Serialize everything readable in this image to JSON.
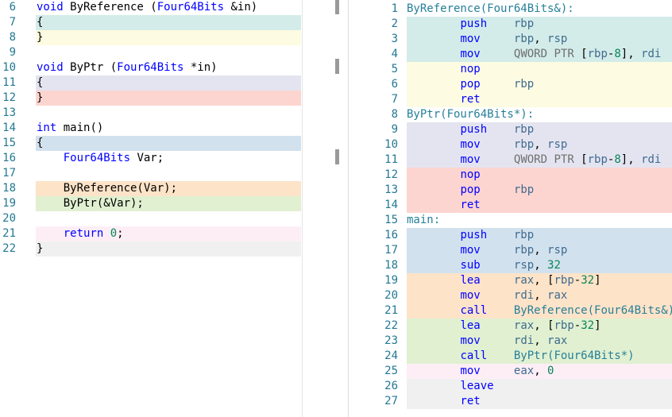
{
  "colors": {
    "teal": "#d3ece9",
    "yellow": "#fdfbe1",
    "lavender": "#e4e4f1",
    "red": "#fdd5d0",
    "blue": "#d2e1ee",
    "orange": "#fde3c8",
    "green": "#e0f0d1",
    "pink": "#fdeef6",
    "gray": "#f0f0f0"
  },
  "source": {
    "lines": [
      {
        "n": "6",
        "bg": "none",
        "tokens": [
          [
            "kw",
            "void"
          ],
          [
            "op",
            " ByReference ("
          ],
          [
            "ty",
            "Four64Bits"
          ],
          [
            "op",
            " &in)"
          ]
        ]
      },
      {
        "n": "7",
        "bg": "teal",
        "tokens": [
          [
            "op",
            "{"
          ]
        ]
      },
      {
        "n": "8",
        "bg": "yellow",
        "tokens": [
          [
            "op",
            "}"
          ]
        ]
      },
      {
        "n": "9",
        "bg": "none",
        "tokens": []
      },
      {
        "n": "10",
        "bg": "none",
        "tokens": [
          [
            "kw",
            "void"
          ],
          [
            "op",
            " ByPtr ("
          ],
          [
            "ty",
            "Four64Bits"
          ],
          [
            "op",
            " *in)"
          ]
        ]
      },
      {
        "n": "11",
        "bg": "lavender",
        "tokens": [
          [
            "op",
            "{"
          ]
        ]
      },
      {
        "n": "12",
        "bg": "red",
        "tokens": [
          [
            "op",
            "}"
          ]
        ]
      },
      {
        "n": "13",
        "bg": "none",
        "tokens": []
      },
      {
        "n": "14",
        "bg": "none",
        "tokens": [
          [
            "kw",
            "int"
          ],
          [
            "op",
            " main()"
          ]
        ]
      },
      {
        "n": "15",
        "bg": "blue",
        "tokens": [
          [
            "op",
            "{"
          ]
        ]
      },
      {
        "n": "16",
        "bg": "none",
        "tokens": [
          [
            "op",
            "    "
          ],
          [
            "ty",
            "Four64Bits"
          ],
          [
            "op",
            " Var;"
          ]
        ]
      },
      {
        "n": "17",
        "bg": "none",
        "tokens": []
      },
      {
        "n": "18",
        "bg": "orange",
        "tokens": [
          [
            "op",
            "    ByReference(Var);"
          ]
        ]
      },
      {
        "n": "19",
        "bg": "green",
        "tokens": [
          [
            "op",
            "    ByPtr(&Var);"
          ]
        ]
      },
      {
        "n": "20",
        "bg": "none",
        "tokens": []
      },
      {
        "n": "21",
        "bg": "pink",
        "tokens": [
          [
            "op",
            "    "
          ],
          [
            "kw",
            "return"
          ],
          [
            "op",
            " "
          ],
          [
            "num",
            "0"
          ],
          [
            "op",
            ";"
          ]
        ]
      },
      {
        "n": "22",
        "bg": "gray",
        "tokens": [
          [
            "op",
            "}"
          ]
        ]
      }
    ]
  },
  "assembly": {
    "lines": [
      {
        "n": "1",
        "bg": "none",
        "tokens": [
          [
            "lbl",
            "ByReference(Four64Bits&):"
          ]
        ]
      },
      {
        "n": "2",
        "bg": "teal",
        "tokens": [
          [
            "op",
            "        "
          ],
          [
            "mn",
            "push"
          ],
          [
            "op",
            "    "
          ],
          [
            "reg",
            "rbp"
          ]
        ]
      },
      {
        "n": "3",
        "bg": "teal",
        "tokens": [
          [
            "op",
            "        "
          ],
          [
            "mn",
            "mov"
          ],
          [
            "op",
            "     "
          ],
          [
            "reg",
            "rbp"
          ],
          [
            "op",
            ", "
          ],
          [
            "reg",
            "rsp"
          ]
        ]
      },
      {
        "n": "4",
        "bg": "teal",
        "tokens": [
          [
            "op",
            "        "
          ],
          [
            "mn",
            "mov"
          ],
          [
            "op",
            "     "
          ],
          [
            "ptr",
            "QWORD PTR"
          ],
          [
            "op",
            " ["
          ],
          [
            "reg",
            "rbp"
          ],
          [
            "op",
            "-"
          ],
          [
            "num",
            "8"
          ],
          [
            "op",
            "], "
          ],
          [
            "reg",
            "rdi"
          ]
        ]
      },
      {
        "n": "5",
        "bg": "yellow",
        "tokens": [
          [
            "op",
            "        "
          ],
          [
            "mn",
            "nop"
          ]
        ]
      },
      {
        "n": "6",
        "bg": "yellow",
        "tokens": [
          [
            "op",
            "        "
          ],
          [
            "mn",
            "pop"
          ],
          [
            "op",
            "     "
          ],
          [
            "reg",
            "rbp"
          ]
        ]
      },
      {
        "n": "7",
        "bg": "yellow",
        "tokens": [
          [
            "op",
            "        "
          ],
          [
            "mn",
            "ret"
          ]
        ]
      },
      {
        "n": "8",
        "bg": "none",
        "tokens": [
          [
            "lbl",
            "ByPtr(Four64Bits*):"
          ]
        ]
      },
      {
        "n": "9",
        "bg": "lavender",
        "tokens": [
          [
            "op",
            "        "
          ],
          [
            "mn",
            "push"
          ],
          [
            "op",
            "    "
          ],
          [
            "reg",
            "rbp"
          ]
        ]
      },
      {
        "n": "10",
        "bg": "lavender",
        "tokens": [
          [
            "op",
            "        "
          ],
          [
            "mn",
            "mov"
          ],
          [
            "op",
            "     "
          ],
          [
            "reg",
            "rbp"
          ],
          [
            "op",
            ", "
          ],
          [
            "reg",
            "rsp"
          ]
        ]
      },
      {
        "n": "11",
        "bg": "lavender",
        "tokens": [
          [
            "op",
            "        "
          ],
          [
            "mn",
            "mov"
          ],
          [
            "op",
            "     "
          ],
          [
            "ptr",
            "QWORD PTR"
          ],
          [
            "op",
            " ["
          ],
          [
            "reg",
            "rbp"
          ],
          [
            "op",
            "-"
          ],
          [
            "num",
            "8"
          ],
          [
            "op",
            "], "
          ],
          [
            "reg",
            "rdi"
          ]
        ]
      },
      {
        "n": "12",
        "bg": "red",
        "tokens": [
          [
            "op",
            "        "
          ],
          [
            "mn",
            "nop"
          ]
        ]
      },
      {
        "n": "13",
        "bg": "red",
        "tokens": [
          [
            "op",
            "        "
          ],
          [
            "mn",
            "pop"
          ],
          [
            "op",
            "     "
          ],
          [
            "reg",
            "rbp"
          ]
        ]
      },
      {
        "n": "14",
        "bg": "red",
        "tokens": [
          [
            "op",
            "        "
          ],
          [
            "mn",
            "ret"
          ]
        ]
      },
      {
        "n": "15",
        "bg": "none",
        "tokens": [
          [
            "lbl",
            "main:"
          ]
        ]
      },
      {
        "n": "16",
        "bg": "blue",
        "tokens": [
          [
            "op",
            "        "
          ],
          [
            "mn",
            "push"
          ],
          [
            "op",
            "    "
          ],
          [
            "reg",
            "rbp"
          ]
        ]
      },
      {
        "n": "17",
        "bg": "blue",
        "tokens": [
          [
            "op",
            "        "
          ],
          [
            "mn",
            "mov"
          ],
          [
            "op",
            "     "
          ],
          [
            "reg",
            "rbp"
          ],
          [
            "op",
            ", "
          ],
          [
            "reg",
            "rsp"
          ]
        ]
      },
      {
        "n": "18",
        "bg": "blue",
        "tokens": [
          [
            "op",
            "        "
          ],
          [
            "mn",
            "sub"
          ],
          [
            "op",
            "     "
          ],
          [
            "reg",
            "rsp"
          ],
          [
            "op",
            ", "
          ],
          [
            "num",
            "32"
          ]
        ]
      },
      {
        "n": "19",
        "bg": "orange",
        "tokens": [
          [
            "op",
            "        "
          ],
          [
            "mn",
            "lea"
          ],
          [
            "op",
            "     "
          ],
          [
            "reg",
            "rax"
          ],
          [
            "op",
            ", ["
          ],
          [
            "reg",
            "rbp"
          ],
          [
            "op",
            "-"
          ],
          [
            "num",
            "32"
          ],
          [
            "op",
            "]"
          ]
        ]
      },
      {
        "n": "20",
        "bg": "orange",
        "tokens": [
          [
            "op",
            "        "
          ],
          [
            "mn",
            "mov"
          ],
          [
            "op",
            "     "
          ],
          [
            "reg",
            "rdi"
          ],
          [
            "op",
            ", "
          ],
          [
            "reg",
            "rax"
          ]
        ]
      },
      {
        "n": "21",
        "bg": "orange",
        "tokens": [
          [
            "op",
            "        "
          ],
          [
            "mn",
            "call"
          ],
          [
            "op",
            "    "
          ],
          [
            "arg",
            "ByReference(Four64Bits&)"
          ]
        ]
      },
      {
        "n": "22",
        "bg": "green",
        "tokens": [
          [
            "op",
            "        "
          ],
          [
            "mn",
            "lea"
          ],
          [
            "op",
            "     "
          ],
          [
            "reg",
            "rax"
          ],
          [
            "op",
            ", ["
          ],
          [
            "reg",
            "rbp"
          ],
          [
            "op",
            "-"
          ],
          [
            "num",
            "32"
          ],
          [
            "op",
            "]"
          ]
        ]
      },
      {
        "n": "23",
        "bg": "green",
        "tokens": [
          [
            "op",
            "        "
          ],
          [
            "mn",
            "mov"
          ],
          [
            "op",
            "     "
          ],
          [
            "reg",
            "rdi"
          ],
          [
            "op",
            ", "
          ],
          [
            "reg",
            "rax"
          ]
        ]
      },
      {
        "n": "24",
        "bg": "green",
        "tokens": [
          [
            "op",
            "        "
          ],
          [
            "mn",
            "call"
          ],
          [
            "op",
            "    "
          ],
          [
            "arg",
            "ByPtr(Four64Bits*)"
          ]
        ]
      },
      {
        "n": "25",
        "bg": "pink",
        "tokens": [
          [
            "op",
            "        "
          ],
          [
            "mn",
            "mov"
          ],
          [
            "op",
            "     "
          ],
          [
            "reg",
            "eax"
          ],
          [
            "op",
            ", "
          ],
          [
            "num",
            "0"
          ]
        ]
      },
      {
        "n": "26",
        "bg": "gray",
        "tokens": [
          [
            "op",
            "        "
          ],
          [
            "mn",
            "leave"
          ]
        ]
      },
      {
        "n": "27",
        "bg": "gray",
        "tokens": [
          [
            "op",
            "        "
          ],
          [
            "mn",
            "ret"
          ]
        ]
      }
    ]
  }
}
